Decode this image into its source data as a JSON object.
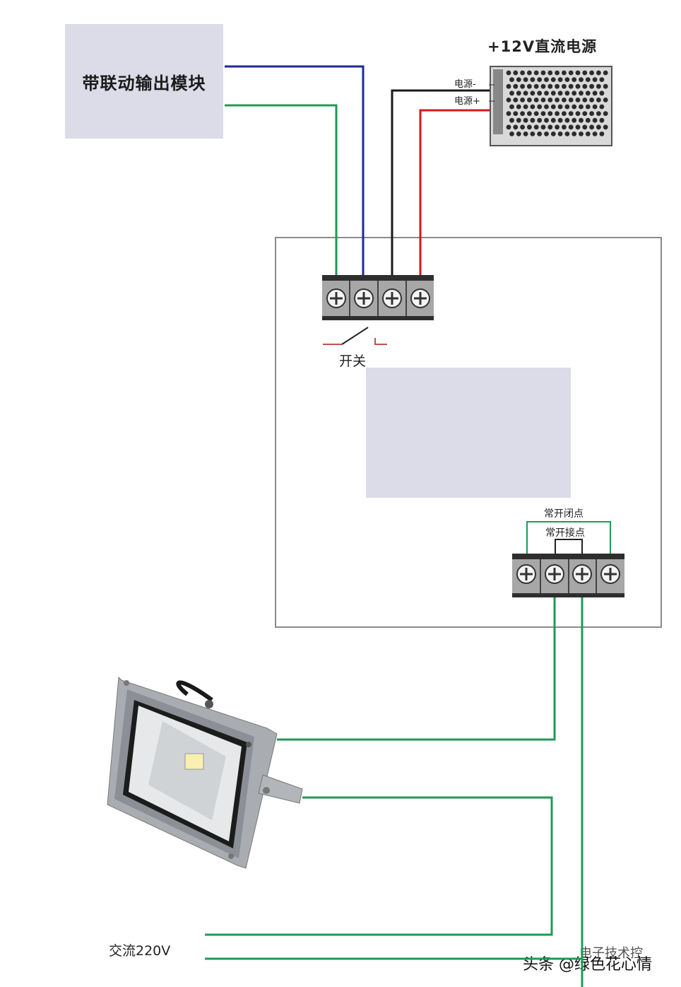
{
  "module": {
    "label": "带联动输出模块"
  },
  "power_supply": {
    "title": "+12V直流电源",
    "terminal_minus": "电源-",
    "terminal_plus": "电源+"
  },
  "controller": {
    "switch_label": "开关",
    "contact_nc_label": "常开闭点",
    "contact_no_label": "常开接点"
  },
  "ac_input": {
    "label": "交流220V"
  },
  "watermark": {
    "text": "头条 @绿色花心情",
    "logo_text": "电子技术控"
  },
  "colors": {
    "wire_blue": "#1a2a9c",
    "wire_green": "#1f9a55",
    "wire_black": "#1a1a1a",
    "wire_red": "#d11a1a",
    "module_fill": "#dcdbe8"
  }
}
